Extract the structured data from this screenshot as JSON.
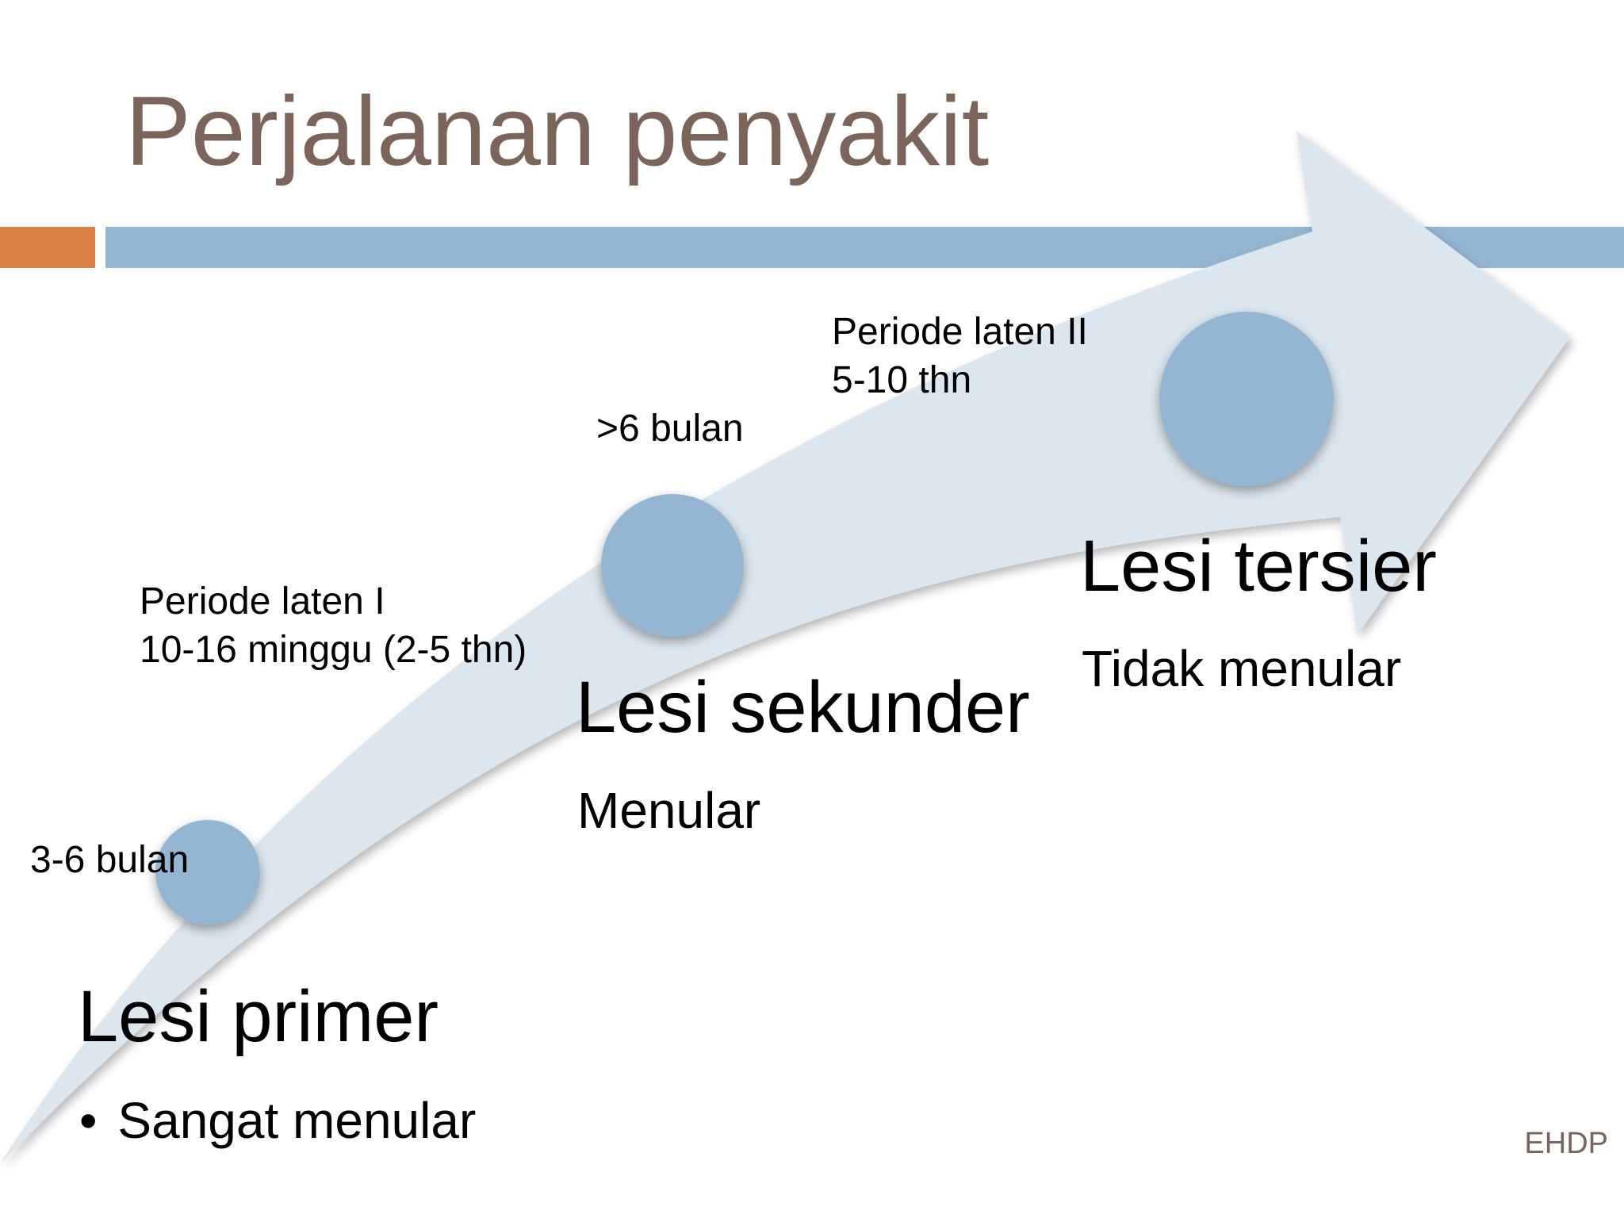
{
  "title": "Perjalanan penyakit",
  "colors": {
    "title": "#7b645a",
    "accent_orange": "#dd8047",
    "accent_blue": "#94b6d2",
    "arrow_fill": "#dce6ee",
    "node_fill": "#94b6d2",
    "footer": "#7b645a"
  },
  "stages": [
    {
      "name": "Lesi primer",
      "description": "Sangat menular",
      "bullet": "•"
    },
    {
      "name": "Lesi sekunder",
      "description": "Menular"
    },
    {
      "name": "Lesi tersier",
      "description": "Tidak menular"
    }
  ],
  "periods": [
    {
      "text": "3-6 bulan"
    },
    {
      "label": "Periode laten I",
      "duration": "10-16 minggu (2-5 thn)"
    },
    {
      "text": ">6 bulan"
    },
    {
      "label": "Periode laten II",
      "duration": "5-10 thn"
    }
  ],
  "footer": "EHDP"
}
